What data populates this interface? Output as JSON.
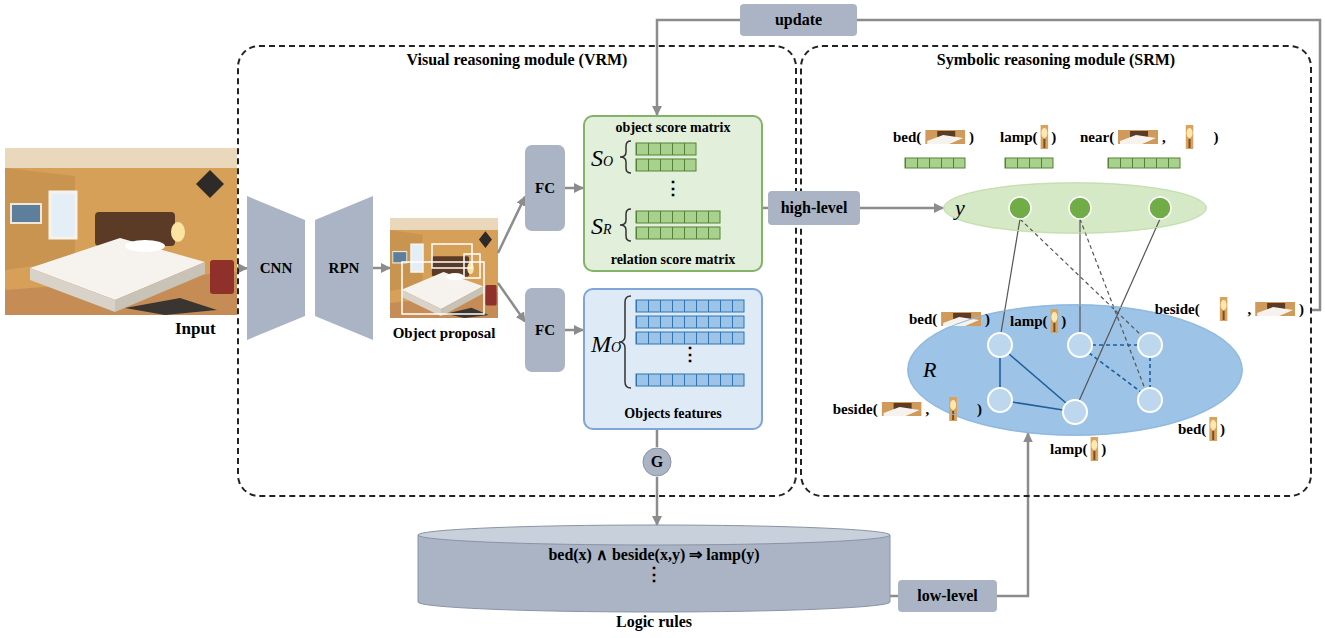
{
  "diagram": {
    "nodes": [
      {
        "text": [
          "update"
        ]
      },
      {
        "text": [
          "Input"
        ]
      },
      {
        "text": [
          "Visual reasoning module (VRM)"
        ]
      },
      {
        "text": [
          "CNN"
        ],
        "in": 2
      },
      {
        "text": [
          "RPN"
        ],
        "in": 2
      },
      {
        "text": [
          "Object proposal"
        ],
        "in": 2
      },
      {
        "text": [
          "FC"
        ],
        "in": 2
      },
      {
        "text": [
          "FC"
        ],
        "in": 2
      },
      {
        "text": [
          "object score matrix",
          "SO",
          "⋮",
          "SR",
          "relation score matrix"
        ],
        "in": 2
      },
      {
        "text": [
          "MO",
          "⋮",
          "Objects features"
        ],
        "in": 2
      },
      {
        "text": [
          "G"
        ],
        "in": 2
      },
      {
        "text": [
          "high-level"
        ]
      },
      {
        "text": [
          "Symbolic reasoning module (SRM)"
        ]
      },
      {
        "text": [
          "y"
        ],
        "in": 12
      },
      {
        "text": [
          "R"
        ],
        "in": 12
      },
      {
        "text": [
          "bed(x) ∧ beside(x,y) ⇒ lamp(y)",
          "⋮",
          "Logic rules"
        ]
      },
      {
        "text": [
          "low-level"
        ]
      }
    ],
    "edges": [
      {
        "from": 1,
        "to": 3,
        "arrow": "to"
      },
      {
        "from": 4,
        "to": 5,
        "arrow": "to"
      },
      {
        "from": 5,
        "to": 6,
        "arrow": "to"
      },
      {
        "from": 5,
        "to": 7,
        "arrow": "to"
      },
      {
        "from": 6,
        "to": 8,
        "arrow": "to"
      },
      {
        "from": 7,
        "to": 9,
        "arrow": "to"
      },
      {
        "from": 8,
        "to": 11,
        "arrow": "none"
      },
      {
        "from": 11,
        "to": 13,
        "arrow": "to"
      },
      {
        "from": 9,
        "to": 10,
        "arrow": "none"
      },
      {
        "from": 10,
        "to": 15,
        "arrow": "to"
      },
      {
        "from": 15,
        "to": 16,
        "arrow": "none"
      },
      {
        "from": 16,
        "to": 14,
        "arrow": "to"
      },
      {
        "from": 12,
        "to": 0,
        "arrow": "none"
      },
      {
        "from": 0,
        "to": 8,
        "arrow": "to"
      }
    ],
    "labels": [
      "bed( )",
      "lamp( )",
      "near( , )",
      "bed( )",
      "lamp( )",
      "beside( , )",
      "beside( , )",
      "lamp( )",
      "bed( )"
    ]
  }
}
